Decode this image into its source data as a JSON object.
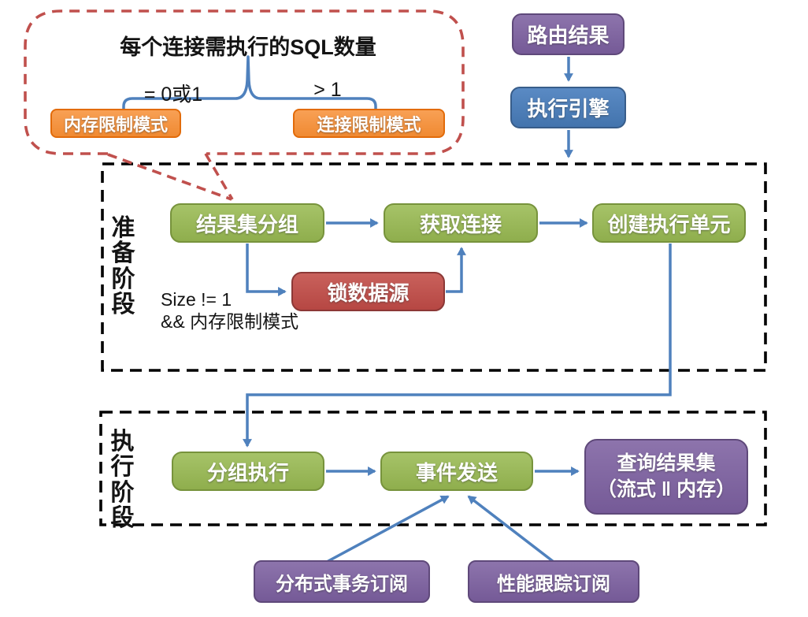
{
  "callout": {
    "title": "每个连接需执行的SQL数量",
    "branch_left_label": "= 0或1",
    "branch_right_label": "> 1",
    "memory_limit_mode": "内存限制模式",
    "connection_limit_mode": "连接限制模式"
  },
  "flow_top": {
    "route_result": "路由结果",
    "execution_engine": "执行引擎"
  },
  "prepare_phase": {
    "label": "准备阶段",
    "result_set_grouping": "结果集分组",
    "acquire_connection": "获取连接",
    "create_execution_unit": "创建执行单元",
    "lock_datasource": "锁数据源",
    "condition_line1": "Size != 1",
    "condition_line2": "&& 内存限制模式"
  },
  "execute_phase": {
    "label": "执行阶段",
    "group_execution": "分组执行",
    "event_dispatch": "事件发送",
    "query_result_line1": "查询结果集",
    "query_result_line2": "（流式 ‖ 内存）"
  },
  "subscribers": {
    "distributed_transaction": "分布式事务订阅",
    "performance_trace": "性能跟踪订阅"
  },
  "colors": {
    "arrow_blue": "#4f81bd",
    "callout_red": "#c0504d",
    "phase_border_black": "#000000",
    "green_node": "#9bbb59",
    "red_node": "#c0504d",
    "purple_node": "#8064a2",
    "blue_node": "#4f81bd",
    "orange_node": "#f79646"
  }
}
